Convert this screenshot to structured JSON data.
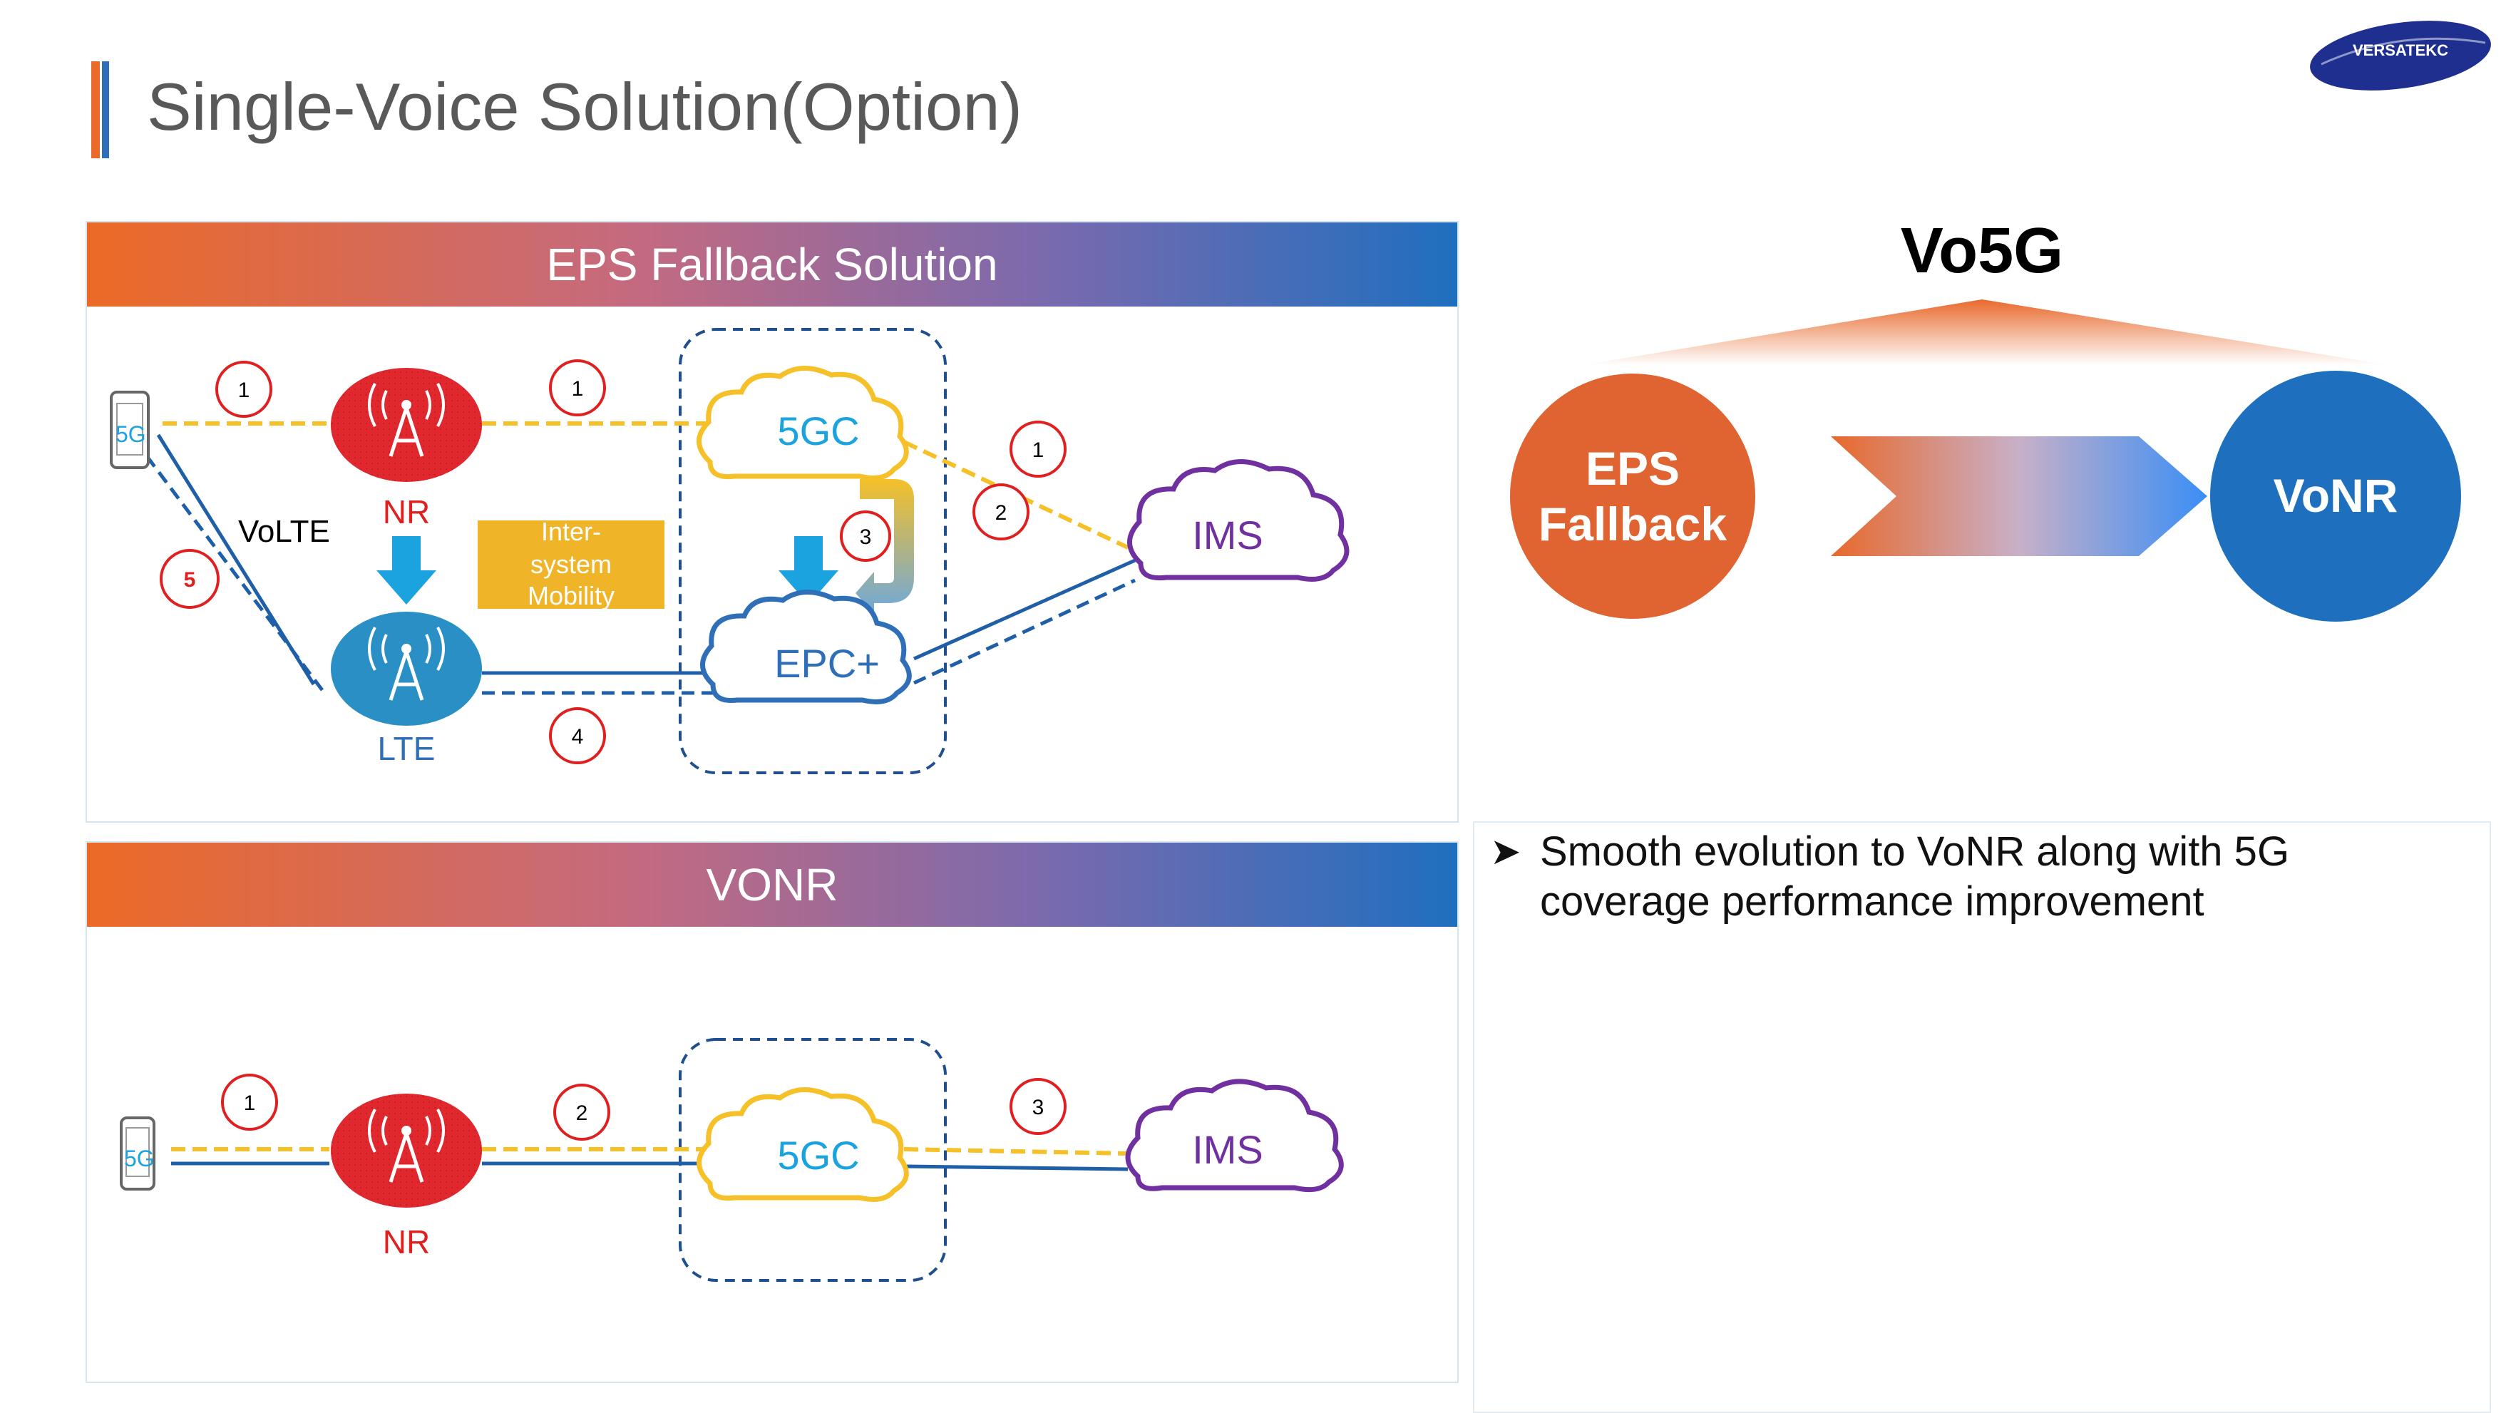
{
  "header": {
    "title": "Single-Voice Solution(Option)",
    "logo_text": "VERSATEKC"
  },
  "eps_panel": {
    "title": "EPS Fallback Solution",
    "ue_label": "5G",
    "nr_label": "NR",
    "lte_label": "LTE",
    "core_5gc": "5GC",
    "core_epc": "EPC+",
    "ims": "IMS",
    "volte": "VoLTE",
    "ism_line1": "Inter-",
    "ism_line2": "system",
    "ism_line3": "Mobility",
    "steps": {
      "a": "1",
      "b": "1",
      "c": "1",
      "d": "2",
      "e": "3",
      "f": "4",
      "g": "5"
    }
  },
  "vonr_panel": {
    "title": "VONR",
    "ue_label": "5G",
    "nr_label": "NR",
    "core_5gc": "5GC",
    "ims": "IMS",
    "steps": {
      "a": "1",
      "b": "2",
      "c": "3"
    }
  },
  "vo5g": {
    "title": "Vo5G",
    "eps_line1": "EPS",
    "eps_line2": "Fallback",
    "vonr": "VoNR"
  },
  "bullet": {
    "text": "Smooth evolution to VoNR along with 5G coverage performance improvement"
  },
  "colors": {
    "orange": "#e8692c",
    "blue": "#1f6fbf",
    "yellow": "#f5c028",
    "purple": "#7030a0",
    "red": "#e03030",
    "teal": "#2a8fc4"
  }
}
